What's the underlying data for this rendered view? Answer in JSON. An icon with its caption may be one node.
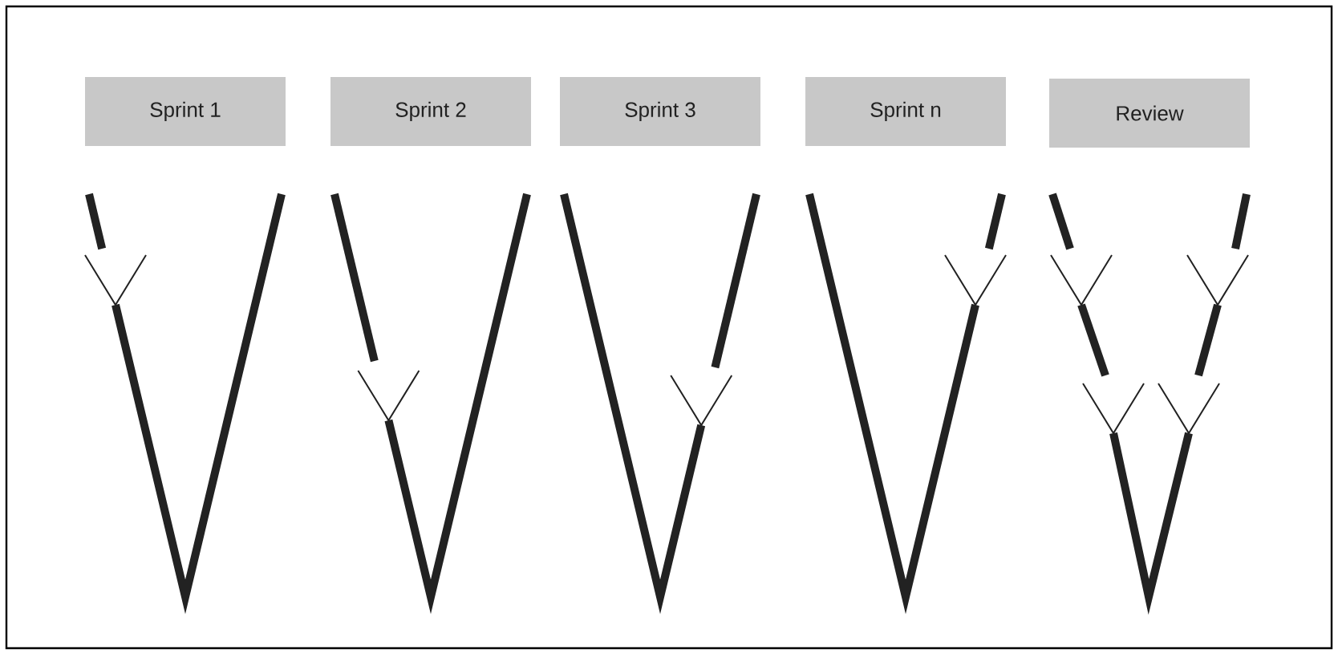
{
  "diagram": {
    "nodes": [
      {
        "text": [
          "Sprint 1"
        ]
      },
      {
        "text": [
          "Sprint 2"
        ]
      },
      {
        "text": [
          "Sprint 3"
        ]
      },
      {
        "text": [
          "Sprint n"
        ]
      },
      {
        "text": [
          "Review"
        ]
      }
    ]
  }
}
